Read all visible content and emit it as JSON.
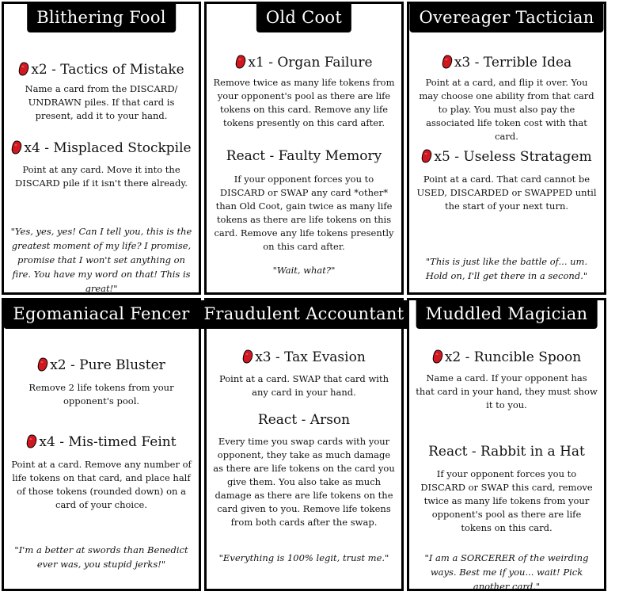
{
  "colors": {
    "card_border": "#000000",
    "title_bg": "#000000",
    "title_text": "#ffffff",
    "token": "#d11820",
    "token_outline": "#000000"
  },
  "cards": [
    {
      "title": "Blithering Fool",
      "abilities": [
        {
          "icon": "red-token-icon",
          "heading": "x2 - Tactics of Mistake",
          "text": "Name a card from the DISCARD/ UNDRAWN piles. If that card is present, add it to your hand."
        },
        {
          "icon": "red-token-icon",
          "heading": "x4 - Misplaced Stockpile",
          "text": "Point at any card. Move it into the DISCARD pile if it isn't there already."
        }
      ],
      "quote": "\"Yes, yes, yes! Can I tell you, this is the greatest moment of my life? I promise, promise that I won't set anything on fire. You have my word on that! This is great!\""
    },
    {
      "title": "Old Coot",
      "abilities": [
        {
          "icon": "red-token-icon",
          "heading": "x1 - Organ Failure",
          "text": "Remove twice as many life tokens from your opponent's pool as there are life tokens on this card. Remove any life tokens presently on this card after."
        },
        {
          "icon": "",
          "heading": "React - Faulty Memory",
          "text": "If your opponent forces you to DISCARD or SWAP any card *other* than Old Coot, gain twice as many life tokens as there are life tokens on this card. Remove any life tokens presently on this card after."
        }
      ],
      "quote": "\"Wait, what?\""
    },
    {
      "title": "Overeager Tactician",
      "abilities": [
        {
          "icon": "red-token-icon",
          "heading": "x3 - Terrible Idea",
          "text": "Point at a card, and flip it over. You may choose one ability from that card to play. You must also pay the associated life token cost with that card."
        },
        {
          "icon": "red-token-icon",
          "heading": "x5 - Useless Stratagem",
          "text": "Point at a card. That card cannot be USED, DISCARDED or SWAPPED until the start of your next turn."
        }
      ],
      "quote": "\"This is just like the battle of... um. Hold on, I'll get there in a second.\""
    },
    {
      "title": "Egomaniacal Fencer",
      "abilities": [
        {
          "icon": "red-token-icon",
          "heading": "x2 - Pure Bluster",
          "text": "Remove 2 life tokens from your opponent's pool."
        },
        {
          "icon": "red-token-icon",
          "heading": "x4 - Mis-timed Feint",
          "text": "Point at a card. Remove any number of life tokens on that card, and place half of those tokens (rounded down) on a card of your choice."
        }
      ],
      "quote": "\"I'm a better at swords than Benedict ever was, you stupid jerks!\""
    },
    {
      "title": "Fraudulent Accountant",
      "abilities": [
        {
          "icon": "red-token-icon",
          "heading": "x3 - Tax Evasion",
          "text": "Point at a card. SWAP that card with any card in your hand."
        },
        {
          "icon": "",
          "heading": "React - Arson",
          "text": "Every time you swap cards with your opponent, they take as much damage as there are life tokens on the card you give them. You also take as much damage as there are life tokens on the card given to you. Remove life tokens from both cards after the swap."
        }
      ],
      "quote": "\"Everything is 100% legit, trust me.\""
    },
    {
      "title": "Muddled Magician",
      "abilities": [
        {
          "icon": "red-token-icon",
          "heading": "x2 - Runcible Spoon",
          "text": "Name a card. If your opponent has that card in your hand, they must show it to you."
        },
        {
          "icon": "",
          "heading": "React - Rabbit in a Hat",
          "text": "If your opponent forces you to DISCARD or SWAP this card, remove twice as many life tokens from your opponent's pool as there are life tokens on this card."
        }
      ],
      "quote": "\"I am a SORCERER of the weirding ways. Best me if you... wait! Pick another card.\""
    }
  ]
}
